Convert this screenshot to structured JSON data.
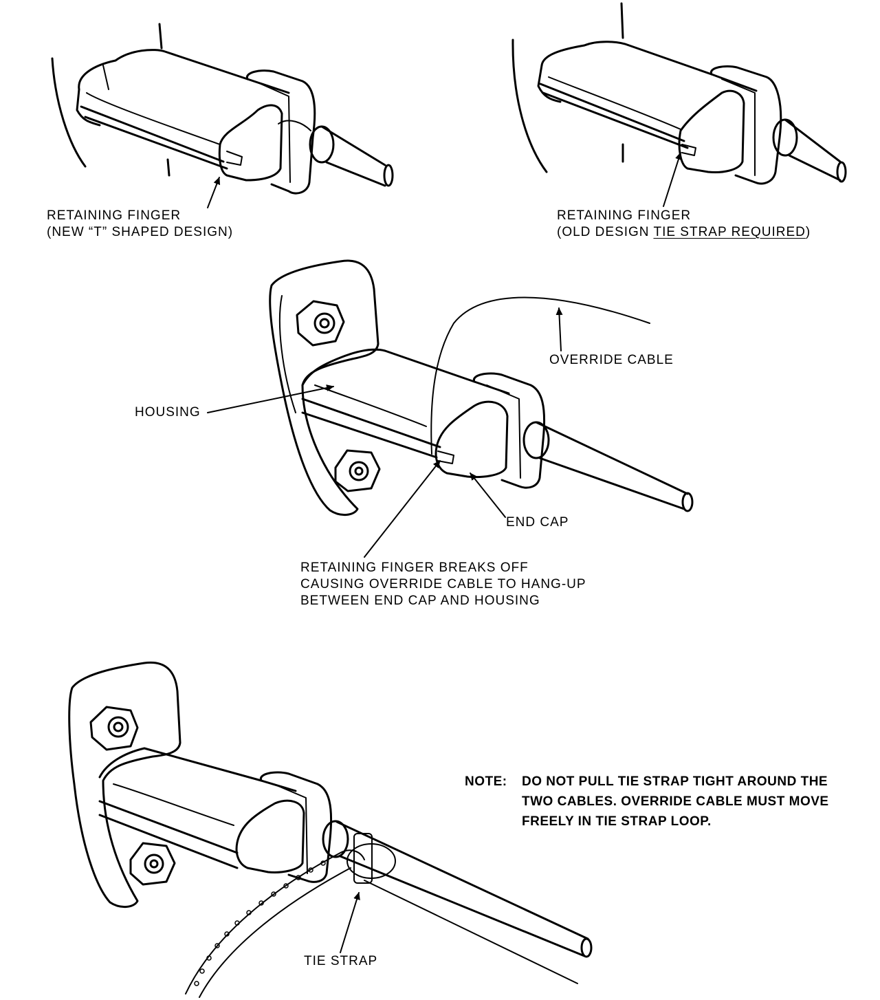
{
  "callouts": {
    "new_finger": {
      "line1": "RETAINING FINGER",
      "line2": "(NEW “T” SHAPED DESIGN)"
    },
    "old_finger": {
      "line1": "RETAINING FINGER",
      "line2_prefix": "(OLD DESIGN ",
      "line2_underlined": "TIE STRAP REQUIRED",
      "line2_suffix": ")"
    },
    "override_cable": "OVERRIDE CABLE",
    "housing": "HOUSING",
    "end_cap": "END CAP",
    "finger_breaks": {
      "line1": "RETAINING FINGER BREAKS OFF",
      "line2": "CAUSING OVERRIDE CABLE TO HANG-UP",
      "line3": "BETWEEN END CAP AND HOUSING"
    },
    "tie_strap": "TIE STRAP"
  },
  "note": {
    "label": "NOTE:",
    "line1": "DO NOT PULL TIE STRAP TIGHT AROUND THE",
    "line2": "TWO CABLES. OVERRIDE CABLE MUST MOVE",
    "line3": "FREELY IN TIE STRAP LOOP."
  }
}
